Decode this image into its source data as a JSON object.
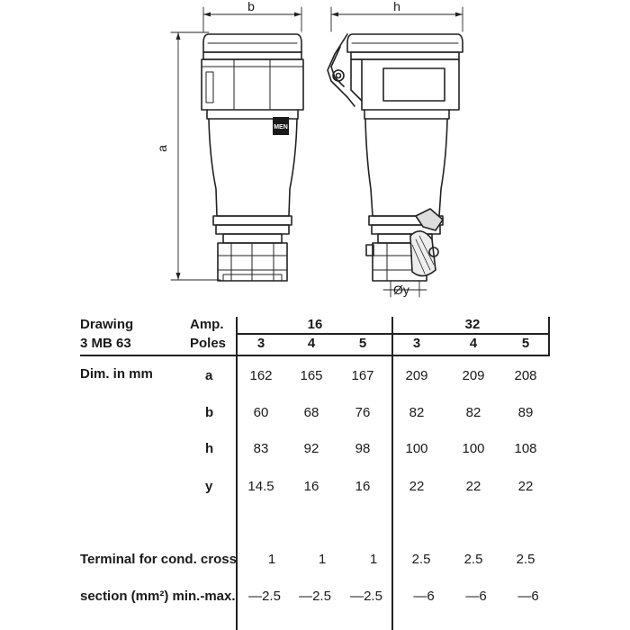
{
  "drawing": {
    "dim_labels": {
      "a": "a",
      "b": "b",
      "h": "h",
      "y": "Øy"
    },
    "brand_mark": "MEN"
  },
  "table": {
    "header": {
      "drawing_label": "Drawing",
      "drawing_code": "3 MB 63",
      "amp_label": "Amp.",
      "poles_label": "Poles",
      "amp_groups": [
        "16",
        "32"
      ],
      "poles": [
        "3",
        "4",
        "5",
        "3",
        "4",
        "5"
      ]
    },
    "dim_title": "Dim. in mm",
    "rows": [
      {
        "key": "a",
        "values": [
          "162",
          "165",
          "167",
          "209",
          "209",
          "208"
        ]
      },
      {
        "key": "b",
        "values": [
          "60",
          "68",
          "76",
          "82",
          "82",
          "89"
        ]
      },
      {
        "key": "h",
        "values": [
          "83",
          "92",
          "98",
          "100",
          "100",
          "108"
        ]
      },
      {
        "key": "y",
        "values": [
          "14.5",
          "16",
          "16",
          "22",
          "22",
          "22"
        ]
      }
    ],
    "terminal": {
      "label_line1": "Terminal for cond. cross",
      "label_line2": "section (mm²) min.-max.",
      "min": [
        "1",
        "1",
        "1",
        "2.5",
        "2.5",
        "2.5"
      ],
      "max": [
        "—2.5",
        "—2.5",
        "—2.5",
        "—6",
        "—6",
        "—6"
      ]
    }
  }
}
